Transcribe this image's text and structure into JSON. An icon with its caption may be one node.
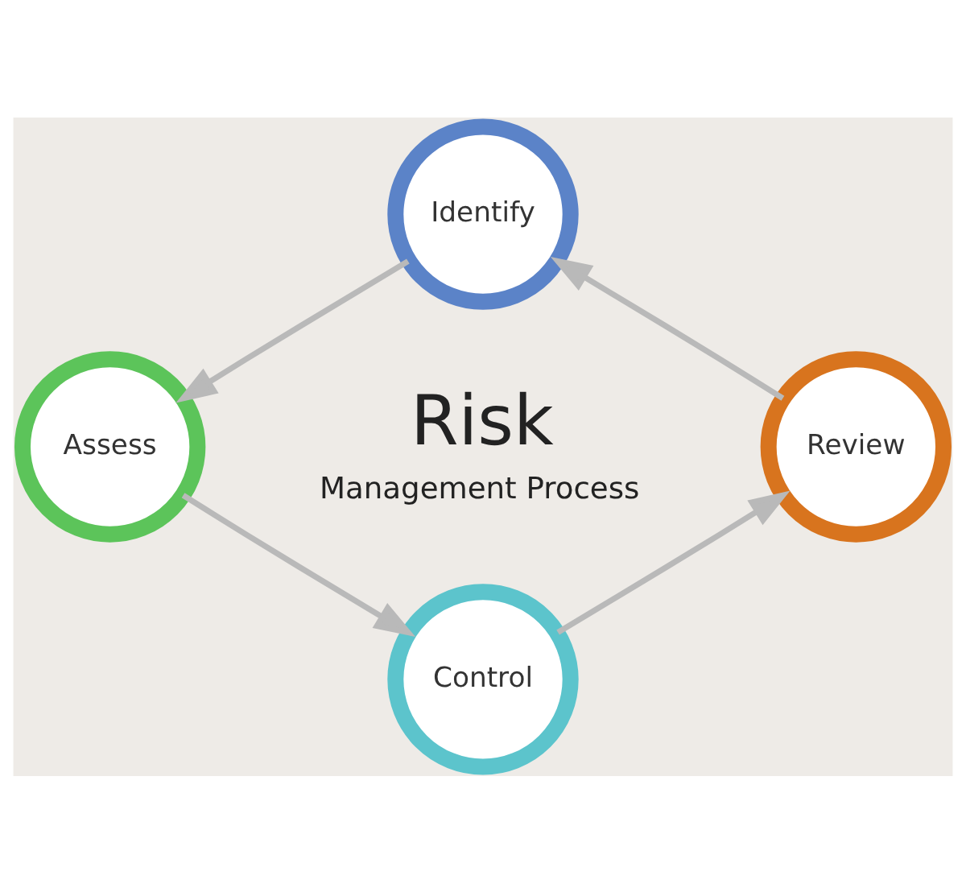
{
  "diagram": {
    "nodes": [
      {
        "text": [
          "Identify"
        ]
      },
      {
        "text": [
          "Review"
        ]
      },
      {
        "text": [
          "Assess"
        ]
      },
      {
        "text": [
          "Control"
        ]
      }
    ],
    "edges": [
      {
        "from": 0,
        "to": 2,
        "arrow": "to"
      },
      {
        "from": 2,
        "to": 3,
        "arrow": "to"
      },
      {
        "from": 3,
        "to": 1,
        "arrow": "to"
      },
      {
        "from": 1,
        "to": 0,
        "arrow": "to"
      }
    ],
    "labels": [
      "Risk",
      "Management Process"
    ]
  }
}
